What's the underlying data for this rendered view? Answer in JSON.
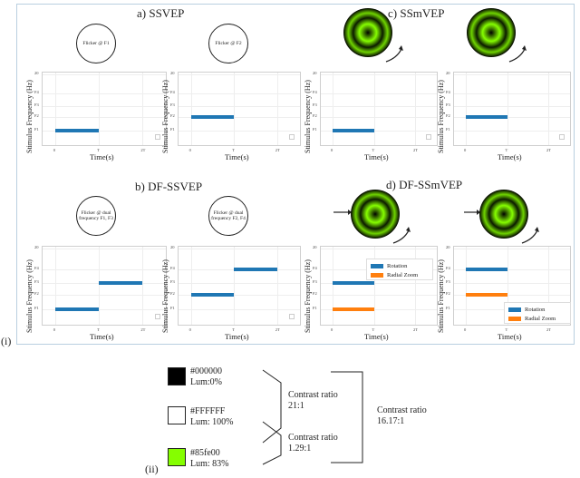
{
  "panel_label": "(i)",
  "sections": {
    "a": "a) SSVEP",
    "b": "b) DF-SSVEP",
    "c": "c) SSmVEP",
    "d": "d) DF-SSmVEP"
  },
  "stimuli": {
    "a1": "Flicker @ F1",
    "a2": "Flicker @ F2",
    "b1": "Flicker @ dual frequency F1, F3",
    "b2": "Flicker @ dual frequency F2, F4"
  },
  "axes": {
    "ylabel": "Stimulus Frequency (Hz)",
    "xlabel": "Time(s)",
    "yticks": [
      "F1",
      "F2",
      "F3",
      "F4",
      "20"
    ],
    "xticks": [
      "0",
      "T",
      "2T"
    ]
  },
  "legend": {
    "rotation": "Rotation",
    "radial_zoom": "Radial Zoom"
  },
  "colors": {
    "rotation": "#1f77b4",
    "radial_zoom": "#ff7f0e",
    "disc_green": "#85fe00",
    "disc_dark": "#000000"
  },
  "chart_data": [
    {
      "type": "bar",
      "id": "a1",
      "series": [
        {
          "name": "",
          "y": "F1",
          "x": [
            0,
            1
          ]
        }
      ]
    },
    {
      "type": "bar",
      "id": "a2",
      "series": [
        {
          "name": "",
          "y": "F2",
          "x": [
            0,
            1
          ]
        }
      ]
    },
    {
      "type": "bar",
      "id": "c1",
      "series": [
        {
          "name": "",
          "y": "F1",
          "x": [
            0,
            1
          ]
        }
      ]
    },
    {
      "type": "bar",
      "id": "c2",
      "series": [
        {
          "name": "",
          "y": "F2",
          "x": [
            0,
            1
          ]
        }
      ]
    },
    {
      "type": "bar",
      "id": "b1",
      "series": [
        {
          "name": "",
          "y": "F1",
          "x": [
            0,
            1
          ]
        },
        {
          "name": "",
          "y": "F3",
          "x": [
            1,
            2
          ]
        }
      ]
    },
    {
      "type": "bar",
      "id": "b2",
      "series": [
        {
          "name": "",
          "y": "F2",
          "x": [
            0,
            1
          ]
        },
        {
          "name": "",
          "y": "F4",
          "x": [
            1,
            2
          ]
        }
      ]
    },
    {
      "type": "bar",
      "id": "d1",
      "series": [
        {
          "name": "Rotation",
          "y": "F3",
          "x": [
            0,
            1
          ]
        },
        {
          "name": "Radial Zoom",
          "y": "F1",
          "x": [
            0,
            1
          ]
        }
      ]
    },
    {
      "type": "bar",
      "id": "d2",
      "series": [
        {
          "name": "Rotation",
          "y": "F4",
          "x": [
            0,
            1
          ]
        },
        {
          "name": "Radial Zoom",
          "y": "F2",
          "x": [
            0,
            1
          ]
        }
      ]
    }
  ],
  "part2": {
    "label": "(ii)",
    "swatches": [
      {
        "hex": "#000000",
        "lum": "Lum:0%",
        "color": "#000000"
      },
      {
        "hex": "#FFFFFF",
        "lum": "Lum: 100%",
        "color": "#ffffff"
      },
      {
        "hex": "#85fe00",
        "lum": "Lum: 83%",
        "color": "#85fe00"
      }
    ],
    "contrast_1_title": "Contrast ratio",
    "contrast_1_value": "21:1",
    "contrast_2_title": "Contrast ratio",
    "contrast_2_value": "1.29:1",
    "contrast_3_title": "Contrast ratio",
    "contrast_3_value": "16.17:1"
  }
}
